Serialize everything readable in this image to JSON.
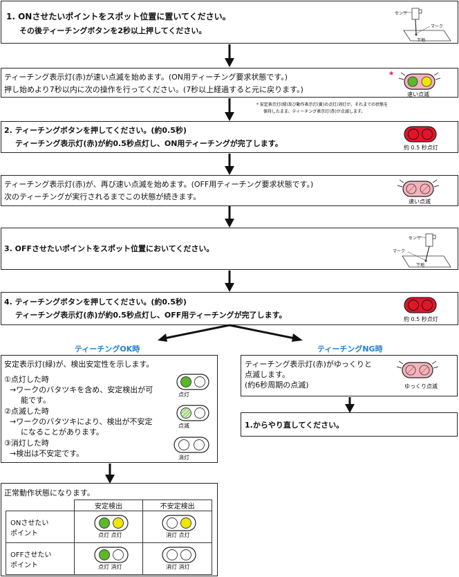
{
  "step1": {
    "line1": "1. ONさせたいポイントをスポット位置に置いてください。",
    "line2": "その後ティーチングボタンを2秒以上押してください。",
    "sensor_label": "センサ",
    "mark_label": "マーク",
    "floor_label": "下地"
  },
  "step_fast_blink": {
    "line1": "ティーチング表示灯(赤)が速い点滅を始めます。(ON用ティーチング要求状態です。)",
    "line2": "押し始めより7秒以内に次の操作を行ってください。(7秒以上経過すると元に戻ります。)",
    "asterisk": "*",
    "lamp_caption": "速い点滅",
    "note_line1": "* 安定表示灯(緑)及び動作表示灯(黄)の点灯/消灯が、それまでの状態を",
    "note_line2": "保持したまま、ティーチング表示灯(赤)が点滅します。"
  },
  "step2": {
    "line1": "2. ティーチングボタンを押してください。(約0.5秒)",
    "line2": "ティーチング表示灯(赤)が約0.5秒点灯し、ON用ティーチングが完了します。",
    "lamp_caption": "約 0.5 秒点灯"
  },
  "step_off_blink": {
    "line1": "ティーチング表示灯(赤)が、再び速い点滅を始めます。(OFF用ティーチング要求状態です。)",
    "line2": "次のティーチングが実行されるまでこの状態が続きます。",
    "lamp_caption": "速い点滅"
  },
  "step3": {
    "line1": "3. OFFさせたいポイントをスポット位置においてください。",
    "sensor_label": "センサ",
    "mark_label": "マーク",
    "floor_label": "下地"
  },
  "step4": {
    "line1": "4. ティーチングボタンを押してください。(約0.5秒)",
    "line2": "ティーチング表示灯(赤)が約0.5秒点灯し、OFF用ティーチングが完了します。",
    "lamp_caption": "約 0.5 秒点灯"
  },
  "ok_branch": {
    "title": "ティーチングOK時",
    "intro": "安定表示灯(緑)が、検出安定性を示します。",
    "item1_title": "①点灯した時",
    "item1_line1": "→ワークのバタツキを含め、安定検出が可",
    "item1_line2": "能です。",
    "item1_caption": "点灯",
    "item2_title": "②点滅した時",
    "item2_line1": "→ワークのバタツキにより、検出が不安定",
    "item2_line2": "になることがあります。",
    "item2_caption": "点滅",
    "item3_title": "③消灯した時",
    "item3_line1": "→検出は不安定です。",
    "item3_caption": "消灯"
  },
  "ng_branch": {
    "title": "ティーチングNG時",
    "line1": "ティーチング表示灯(赤)がゆっくりと",
    "line2": "点滅します。",
    "line3": "(約6秒周期の点滅)",
    "lamp_caption": "ゆっくり点滅",
    "retry": "1.からやり直してください。"
  },
  "normal": {
    "intro": "正常動作状態になります。",
    "col_stable": "安定検出",
    "col_unstable": "不安定検出",
    "row_on_line1": "ONさせたい",
    "row_on_line2": "ポイント",
    "row_off_line1": "OFFさせたい",
    "row_off_line2": "ポイント",
    "on_stable_caption": "点灯 点灯",
    "on_unstable_caption": "消灯 点灯",
    "off_stable_caption": "点灯 消灯",
    "off_unstable_caption": "消灯 消灯"
  },
  "colors": {
    "red": "#e0152a",
    "green": "#5ab829",
    "yellow": "#f2e600",
    "pink_blink": "#f3b3bc",
    "branch_blue": "#1f7fd0"
  }
}
